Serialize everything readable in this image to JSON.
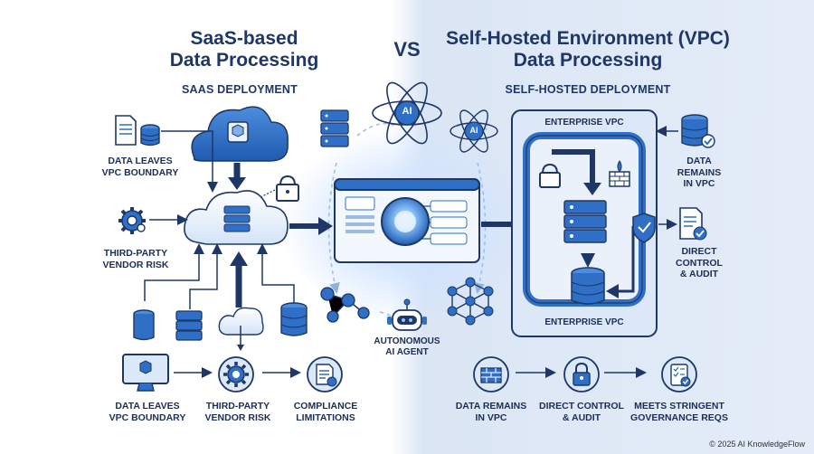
{
  "header": {
    "left_title_line1": "SaaS-based",
    "left_title_line2": "Data Processing",
    "vs": "VS",
    "right_title_line1": "Self-Hosted Environment (VPC)",
    "right_title_line2": "Data Processing"
  },
  "saas": {
    "section_label": "SAAS DEPLOYMENT",
    "left_labels": {
      "data_leaves": [
        "DATA LEAVES",
        "VPC BOUNDARY"
      ],
      "vendor_risk": [
        "THIRD-PARTY",
        "VENDOR RISK"
      ]
    },
    "bottom_row": [
      {
        "icon": "monitor-icon",
        "lines": [
          "DATA LEAVES",
          "VPC BOUNDARY"
        ]
      },
      {
        "icon": "gear-icon",
        "lines": [
          "THIRD-PARTY",
          "VENDOR RISK"
        ]
      },
      {
        "icon": "document-seal-icon",
        "lines": [
          "COMPLIANCE",
          "LIMITATIONS"
        ]
      }
    ]
  },
  "center": {
    "agent_label": [
      "AUTONOMOUS",
      "AI AGENT"
    ],
    "ai_badge": "AI"
  },
  "self_hosted": {
    "section_label": "SELF-HOSTED DEPLOYMENT",
    "vpc_top_label": "ENTERPRISE VPC",
    "vpc_bottom_label": "ENTERPRISE VPC",
    "right_labels": {
      "remains": [
        "DATA",
        "REMAINS",
        "IN VPC"
      ],
      "control": [
        "DIRECT",
        "CONTROL",
        "& AUDIT"
      ]
    },
    "bottom_row": [
      {
        "icon": "firewall-icon",
        "lines": [
          "DATA REMAINS",
          "IN VPC"
        ]
      },
      {
        "icon": "lock-icon",
        "lines": [
          "DIRECT CONTROL",
          "& AUDIT"
        ]
      },
      {
        "icon": "checklist-icon",
        "lines": [
          "MEETS STRINGENT",
          "GOVERNANCE REQS"
        ]
      }
    ]
  },
  "footer": {
    "copyright": "© 2025 AI KnowledgeFlow"
  },
  "colors": {
    "navy": "#1e3766",
    "blue": "#2f6fc6",
    "light_blue": "#cfe0f6",
    "glow": "#9cc8ff"
  }
}
